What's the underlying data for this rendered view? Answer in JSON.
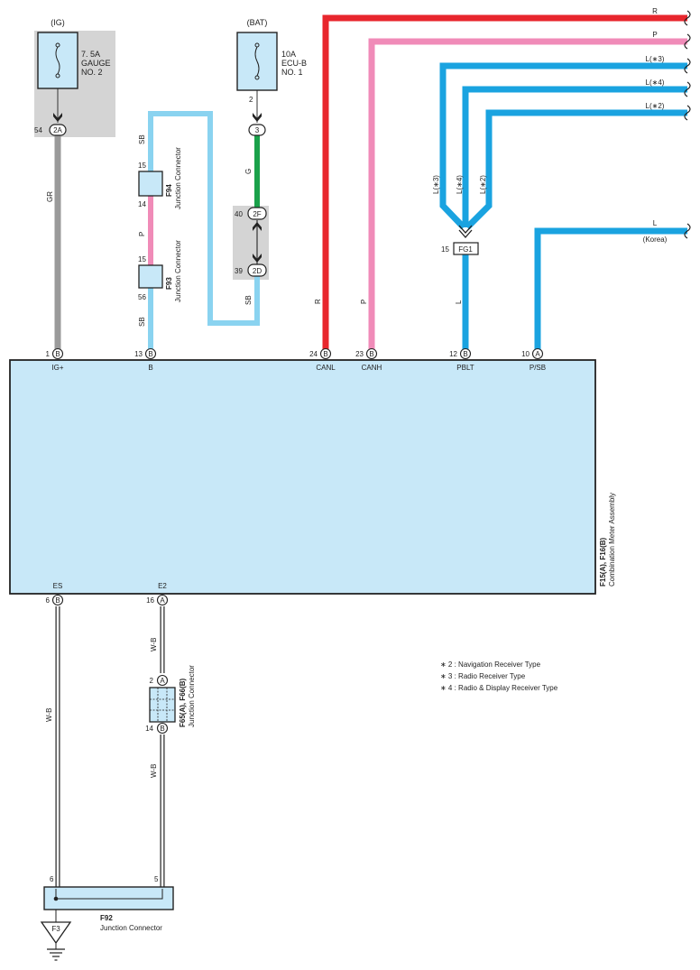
{
  "colors": {
    "red": "#e8262d",
    "pink": "#f08bb8",
    "blue": "#1aa3e0",
    "skyblue": "#8ad3f0",
    "gray": "#9a9a9a",
    "green": "#1aa14a",
    "boxfill": "#c8e8f8",
    "shade": "#d4d4d4"
  },
  "fuses": {
    "ig": {
      "source": "(IG)",
      "l1": "7. 5A",
      "l2": "GAUGE",
      "l3": "NO. 2",
      "pin": "54",
      "conn": "2A"
    },
    "bat": {
      "source": "(BAT)",
      "l1": "10A",
      "l2": "ECU-B",
      "l3": "NO. 1",
      "pin": "2",
      "conn": "3"
    }
  },
  "connectors": {
    "c2f": {
      "pin": "40",
      "name": "2F"
    },
    "c2d": {
      "pin": "39",
      "name": "2D"
    },
    "fg1": {
      "pin": "15",
      "name": "FG1"
    },
    "f94": {
      "pin_top": "15",
      "pin_bot": "14",
      "name": "F94",
      "desc": "Junction Connector"
    },
    "f93": {
      "pin_top": "15",
      "pin_bot": "56",
      "name": "F93",
      "desc": "Junction Connector"
    },
    "f65": {
      "pin_top": "2",
      "conn_top": "A",
      "pin_bot": "14",
      "conn_bot": "B",
      "name": "F65(A), F66(B)",
      "desc": "Junction Connector"
    },
    "f92": {
      "pin_left": "6",
      "pin_right": "5",
      "name": "F92",
      "desc": "Junction Connector"
    },
    "ground": "F3"
  },
  "wires": {
    "gr": "GR",
    "sb": "SB",
    "p": "P",
    "g": "G",
    "r": "R",
    "l": "L",
    "l3": "L(∗3)",
    "l4": "L(∗4)",
    "l2": "L(∗2)",
    "korea": "(Korea)",
    "wb": "W-B"
  },
  "meter": {
    "name": "F15(A), F16(B)",
    "desc": "Combination Meter Assembly",
    "top_pins": [
      {
        "num": "1",
        "conn": "B",
        "label": "IG+"
      },
      {
        "num": "13",
        "conn": "B",
        "label": "B"
      },
      {
        "num": "24",
        "conn": "B",
        "label": "CANL"
      },
      {
        "num": "23",
        "conn": "B",
        "label": "CANH"
      },
      {
        "num": "12",
        "conn": "B",
        "label": "PBLT"
      },
      {
        "num": "10",
        "conn": "A",
        "label": "P/SB"
      }
    ],
    "bottom_pins": [
      {
        "num": "6",
        "conn": "B",
        "label": "ES"
      },
      {
        "num": "16",
        "conn": "A",
        "label": "E2"
      }
    ]
  },
  "notes": [
    "∗ 2 : Navigation Receiver Type",
    "∗ 3 : Radio Receiver Type",
    "∗ 4 : Radio & Display Receiver Type"
  ]
}
